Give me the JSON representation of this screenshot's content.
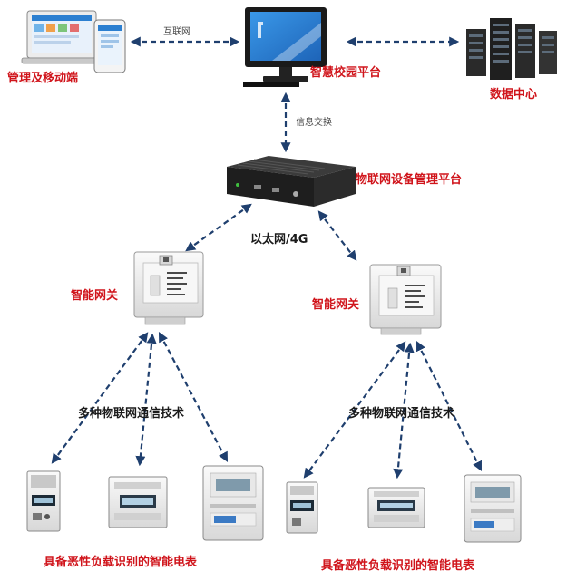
{
  "labels": {
    "mgmt_mobile": "管理及移动端",
    "internet": "互联网",
    "campus_platform": "智慧校园平台",
    "data_center": "数据中心",
    "info_exchange": "信息交换",
    "iot_platform": "物联网设备管理平台",
    "ethernet_4g": "以太网/4G",
    "gateway_left": "智能网关",
    "gateway_right": "智能网关",
    "iot_tech_left": "多种物联网通信技术",
    "iot_tech_right": "多种物联网通信技术",
    "meters_left": "具备恶性负载识别的智能电表",
    "meters_right": "具备恶性负载识别的智能电表"
  },
  "colors": {
    "red_label": "#d0141b",
    "arrow": "#1f3f6e",
    "monitor_blue": "#2a7fd4"
  }
}
